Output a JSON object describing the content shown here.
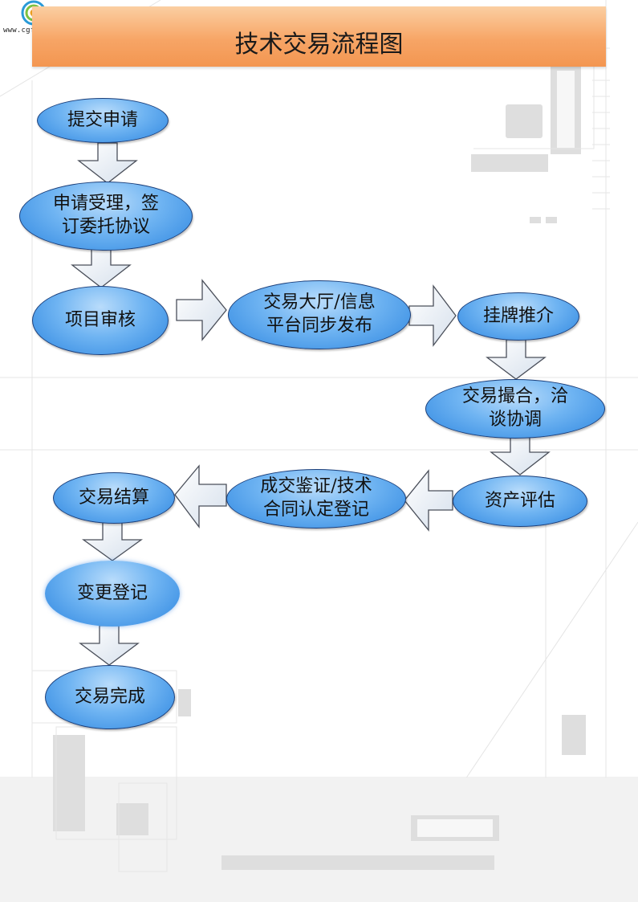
{
  "logo": {
    "site": "www.cgfn.com.cn"
  },
  "title": "技术交易流程图",
  "nodes": {
    "submit": "提交申请",
    "accept": "申请受理，签\n订委托协议",
    "review": "项目审核",
    "publish": "交易大厅/信息\n平台同步发布",
    "listing": "挂牌推介",
    "matching": "交易撮合，洽\n谈协调",
    "appraisal": "资产评估",
    "contract": "成交鉴证/技术\n合同认定登记",
    "settlement": "交易结算",
    "change": "变更登记",
    "complete": "交易完成"
  },
  "colors": {
    "node_fill": "#4a9eea",
    "node_border": "#1c3f7a",
    "arrow_fill": "#e6edf5",
    "title_bar": "#f7a566"
  }
}
